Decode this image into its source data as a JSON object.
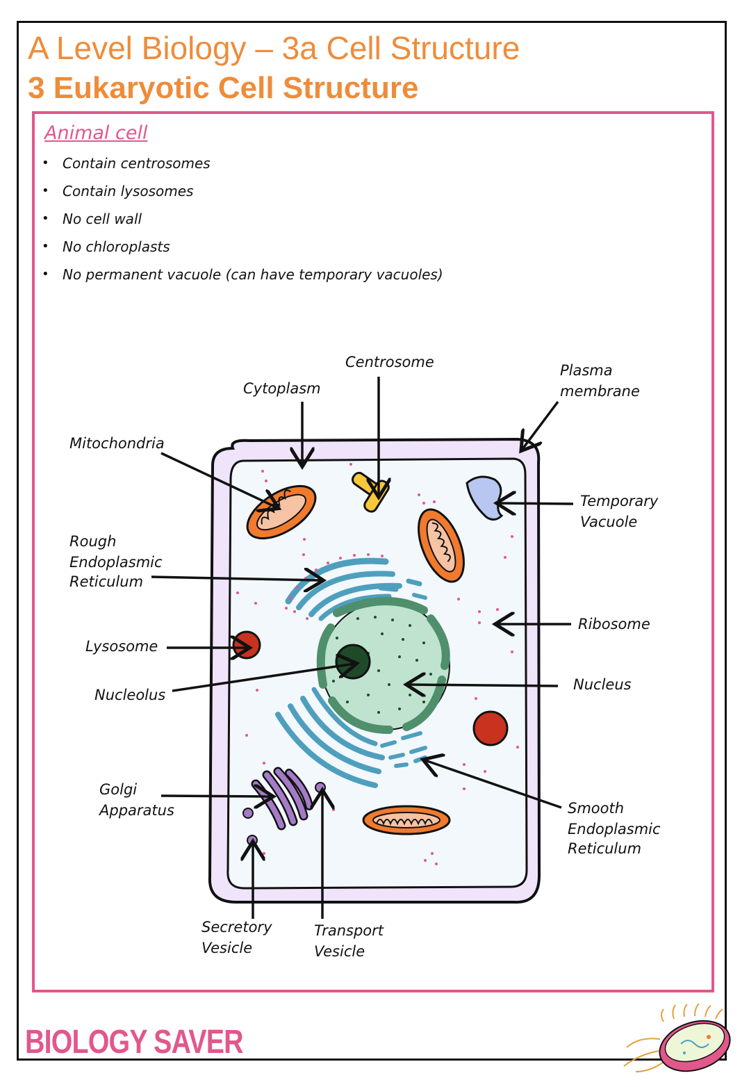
{
  "header": {
    "title": "A Level Biology – 3a Cell Structure",
    "subtitle": "3 Eukaryotic Cell Structure"
  },
  "section": {
    "heading": "Animal cell",
    "bullets": [
      "Contain centrosomes",
      "Contain lysosomes",
      "No cell wall",
      "No chloroplasts",
      "No permanent vacuole (can have temporary vacuoles)"
    ]
  },
  "diagram": {
    "labels": {
      "centrosome": "Centrosome",
      "plasma_membrane_1": "Plasma",
      "plasma_membrane_2": "membrane",
      "cytoplasm": "Cytoplasm",
      "mitochondria": "Mitochondria",
      "temporary_vacuole_1": "Temporary",
      "temporary_vacuole_2": "Vacuole",
      "rough_er_1": "Rough",
      "rough_er_2": "Endoplasmic",
      "rough_er_3": "Reticulum",
      "ribosome": "Ribosome",
      "lysosome": "Lysosome",
      "nucleolus": "Nucleolus",
      "nucleus": "Nucleus",
      "golgi_1": "Golgi",
      "golgi_2": "Apparatus",
      "smooth_er_1": "Smooth",
      "smooth_er_2": "Endoplasmic",
      "smooth_er_3": "Reticulum",
      "secretory_vesicle_1": "Secretory",
      "secretory_vesicle_2": "Vesicle",
      "transport_vesicle_1": "Transport",
      "transport_vesicle_2": "Vesicle"
    },
    "colors": {
      "membrane": "#efe4fa",
      "cytoplasm": "#f3f8fd",
      "mitochondria": "#f07a2e",
      "centrosome": "#f6c83a",
      "vacuole": "#b8c6f2",
      "er": "#4e9fbd",
      "nucleus": "#bfe3cf",
      "nuclear_envelope": "#4f8f6c",
      "nucleolus": "#1f4a2a",
      "lysosome": "#c9321f",
      "golgi": "#a57bc8",
      "ribosome": "#e2578c"
    }
  },
  "footer": {
    "brand": "BIOLOGY SAVER"
  }
}
